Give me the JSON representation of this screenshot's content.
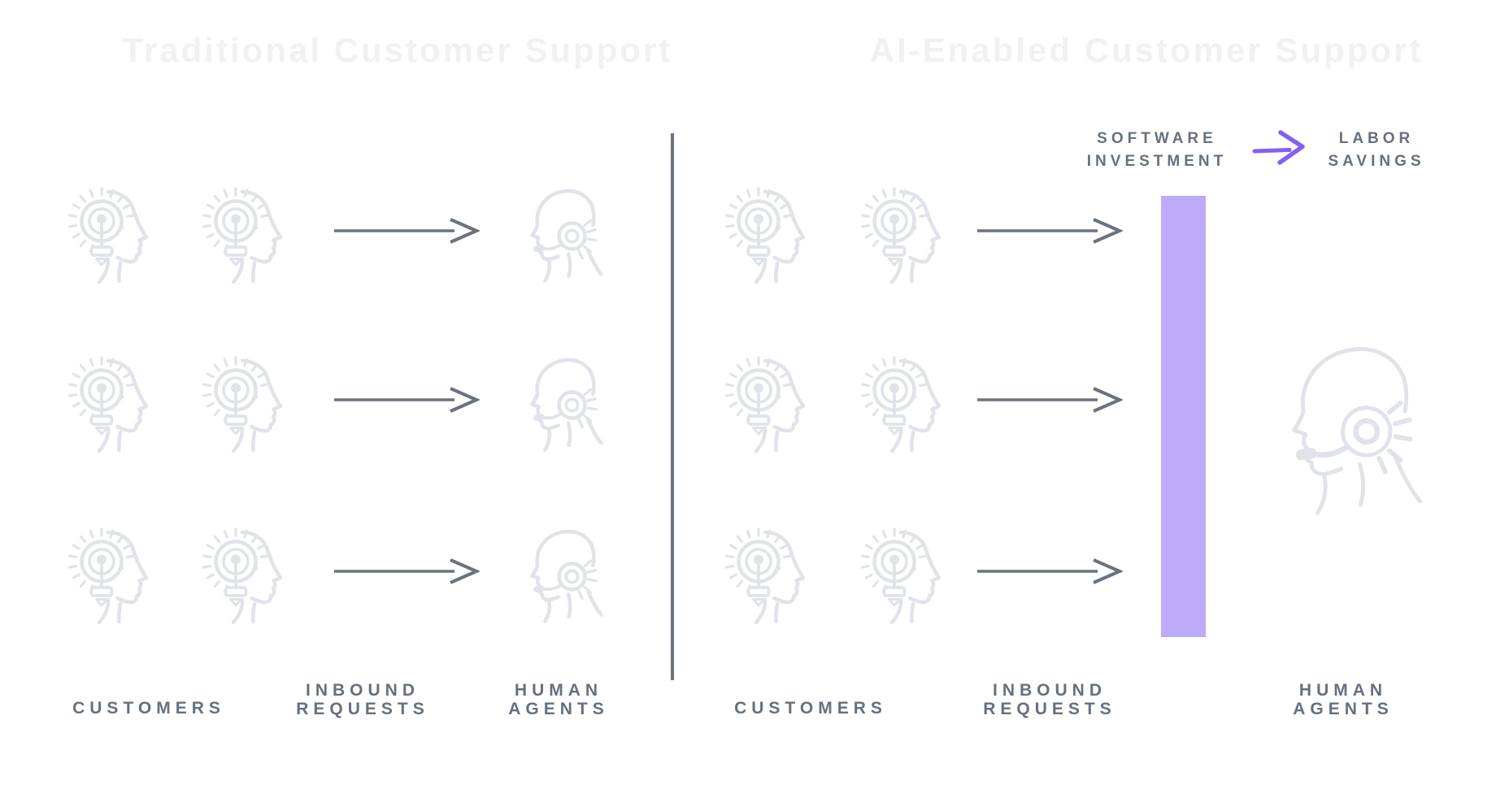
{
  "titles": {
    "left": "Traditional Customer Support",
    "right": "AI-Enabled Customer Support"
  },
  "annotation": {
    "software_line1": "SOFTWARE",
    "software_line2": "INVESTMENT",
    "labor_line1": "LABOR",
    "labor_line2": "SAVINGS"
  },
  "labels": {
    "left": {
      "customers": "CUSTOMERS",
      "inbound_line1": "INBOUND",
      "inbound_line2": "REQUESTS",
      "agents_line1": "HUMAN",
      "agents_line2": "AGENTS"
    },
    "right": {
      "customers": "CUSTOMERS",
      "inbound_line1": "INBOUND",
      "inbound_line2": "REQUESTS",
      "agents_line1": "HUMAN",
      "agents_line2": "AGENTS"
    }
  },
  "icons": {
    "customer": "customer-head-lightbulb-icon",
    "agent": "agent-headset-icon"
  },
  "colors": {
    "title_gray": "#f0f1f3",
    "label_gray": "#67707f",
    "arrow_gray": "#6b7280",
    "divider_gray": "#6b7280",
    "icon_gray": "#e1e3ea",
    "accent_purple": "#8160f3",
    "bar_purple": "#bdaaf9"
  }
}
